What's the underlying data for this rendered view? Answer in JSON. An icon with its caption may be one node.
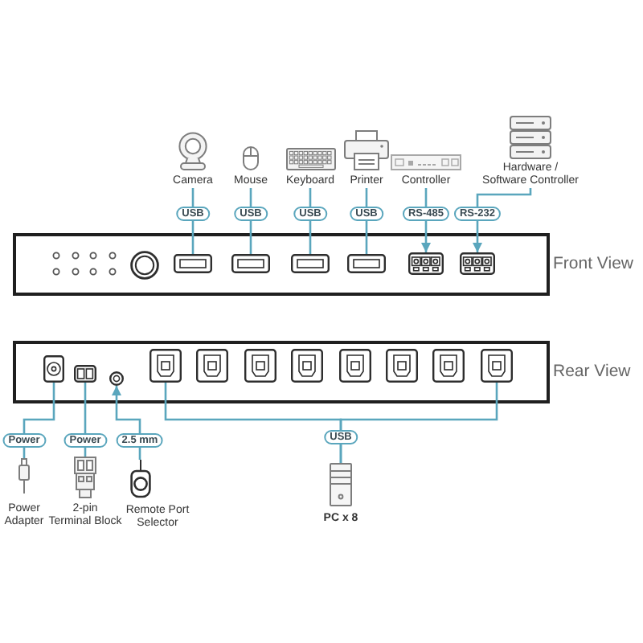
{
  "diagram": {
    "nodes": [
      {
        "text": [
          "Camera"
        ]
      },
      {
        "text": [
          "Mouse"
        ]
      },
      {
        "text": [
          "Keyboard"
        ]
      },
      {
        "text": [
          "Printer"
        ]
      },
      {
        "text": [
          "Controller"
        ]
      },
      {
        "text": [
          "Hardware / Software Controller"
        ]
      },
      {
        "text": [
          "Front View"
        ]
      },
      {
        "text": [],
        "shape": "box",
        "in": 6
      },
      {
        "text": [],
        "shape": "box",
        "in": 6
      },
      {
        "text": [],
        "shape": "box",
        "in": 6
      },
      {
        "text": [],
        "shape": "box",
        "in": 6
      },
      {
        "text": [],
        "shape": "box",
        "in": 6
      },
      {
        "text": [],
        "shape": "box",
        "in": 6
      },
      {
        "text": [
          "Rear View"
        ]
      },
      {
        "text": [],
        "shape": "box",
        "in": 13
      },
      {
        "text": [],
        "shape": "box",
        "in": 13
      },
      {
        "text": [],
        "shape": "circle",
        "in": 13
      },
      {
        "text": [],
        "shape": "box",
        "in": 13
      },
      {
        "text": [],
        "shape": "box",
        "in": 13
      },
      {
        "text": [],
        "shape": "box",
        "in": 13
      },
      {
        "text": [],
        "shape": "box",
        "in": 13
      },
      {
        "text": [],
        "shape": "box",
        "in": 13
      },
      {
        "text": [],
        "shape": "box",
        "in": 13
      },
      {
        "text": [],
        "shape": "box",
        "in": 13
      },
      {
        "text": [],
        "shape": "box",
        "in": 13
      },
      {
        "text": [
          "Power Adapter"
        ]
      },
      {
        "text": [
          "2-pin Terminal Block"
        ]
      },
      {
        "text": [
          "Remote Port Selector"
        ]
      },
      {
        "text": [
          "PC x 8"
        ]
      }
    ],
    "edges": [
      {
        "from": 0,
        "to": 7,
        "arrow": "none",
        "label": "USB"
      },
      {
        "from": 1,
        "to": 8,
        "arrow": "none",
        "label": "USB"
      },
      {
        "from": 2,
        "to": 9,
        "arrow": "none",
        "label": "USB"
      },
      {
        "from": 3,
        "to": 10,
        "arrow": "none",
        "label": "USB"
      },
      {
        "from": 4,
        "to": 11,
        "arrow": "to",
        "label": "RS-485"
      },
      {
        "from": 5,
        "to": 12,
        "arrow": "to",
        "label": "RS-232"
      },
      {
        "from": 25,
        "to": 14,
        "arrow": "none",
        "label": "Power"
      },
      {
        "from": 26,
        "to": 15,
        "arrow": "none",
        "label": "Power"
      },
      {
        "from": 27,
        "to": 16,
        "arrow": "to",
        "label": "2.5 mm"
      },
      {
        "from": 28,
        "to": 17,
        "arrow": "none",
        "label": "USB"
      },
      {
        "from": 28,
        "to": 24,
        "arrow": "none"
      }
    ]
  }
}
